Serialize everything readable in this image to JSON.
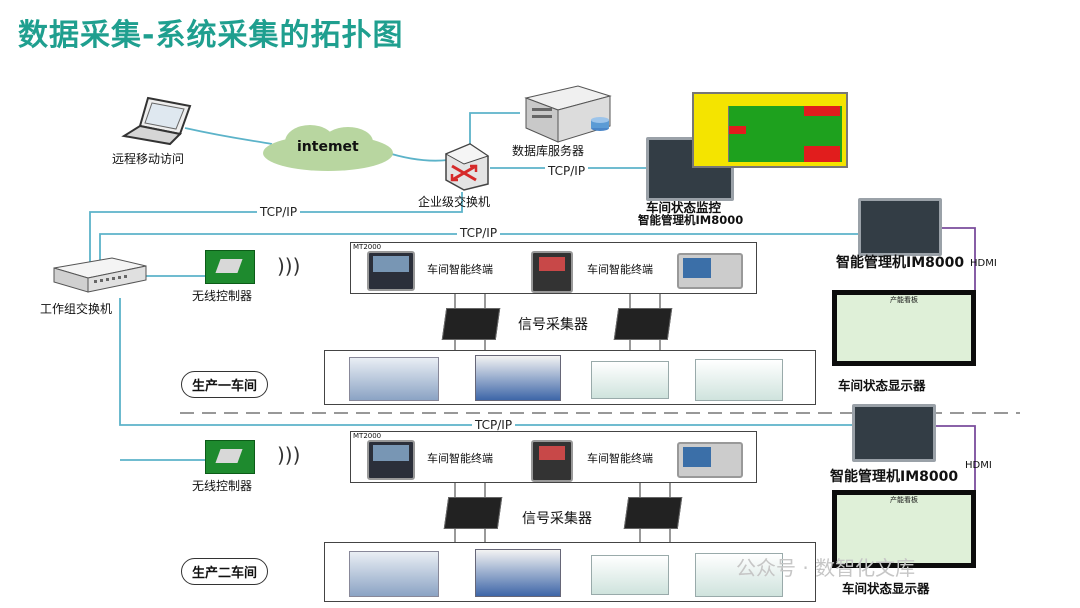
{
  "title": "数据采集-系统采集的拓扑图",
  "labels": {
    "remote": "远程移动访问",
    "internet": "intemet",
    "db_server": "数据库服务器",
    "enterprise_switch": "企业级交换机",
    "workshop_monitor": "车间状态监控",
    "im8000_top": "智能管理机IM8000",
    "workgroup_switch": "工作组交换机",
    "wireless_1": "无线控制器",
    "wireless_2": "无线控制器",
    "im8000_1": "智能管理机IM8000",
    "im8000_2": "智能管理机IM8000",
    "display_1": "车间状态显示器",
    "display_2": "车间状态显示器",
    "signal_1": "信号采集器",
    "signal_2": "信号采集器",
    "ws1": "生产一车间",
    "ws2": "生产二车间",
    "tcp_1": "TCP/IP",
    "tcp_2": "TCP/IP",
    "tcp_3": "TCP/IP",
    "tcp_4": "TCP/IP",
    "hdmi_1": "HDMI",
    "hdmi_2": "HDMI",
    "terminal": "车间智能终端",
    "mt2000": "MT2000",
    "display_title": "产能看板"
  },
  "watermark": "公众号 · 数智化文库",
  "colors": {
    "title": "#1f9f8f",
    "link": "#5cb3c9",
    "hdmi_link": "#7a4c9c",
    "cloud": "#b8d6a0",
    "board_red": "#e11d1d",
    "board_green": "#1ea11e",
    "board_yellow": "#f4e400"
  }
}
